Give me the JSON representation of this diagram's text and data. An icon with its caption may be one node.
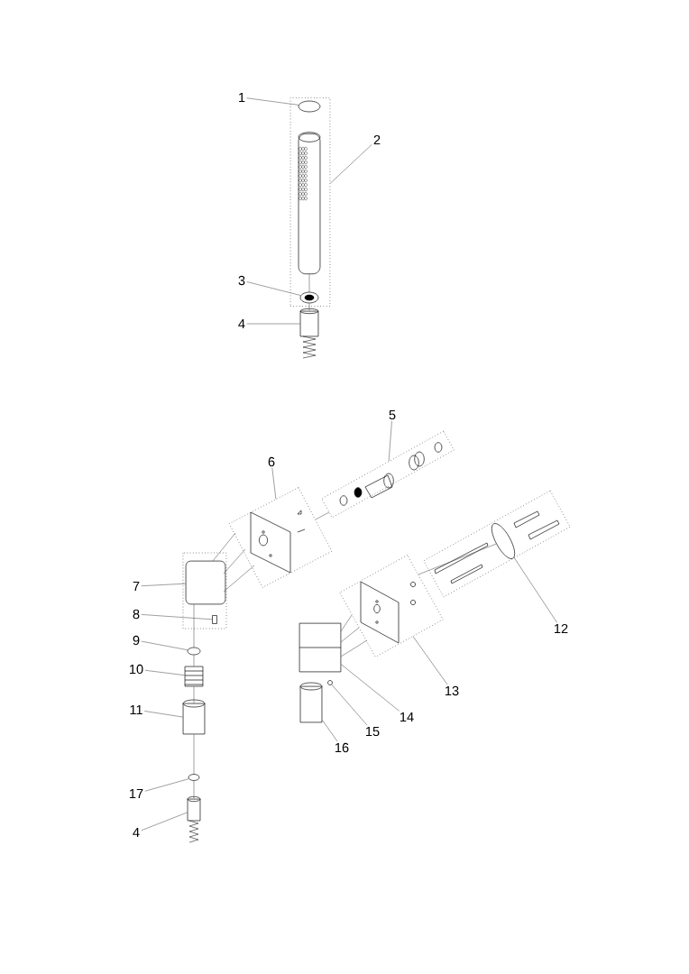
{
  "diagram": {
    "nodes": [
      {
        "text": [],
        "shape": "box"
      },
      {
        "text": [
          "1"
        ]
      },
      {
        "text": [],
        "shape": "circle",
        "in": 0
      },
      {
        "text": [
          "2"
        ]
      },
      {
        "text": [
          "3"
        ]
      },
      {
        "text": [],
        "shape": "picture",
        "in": 0
      },
      {
        "text": [
          "4"
        ]
      },
      {
        "text": [],
        "shape": "cylinder"
      },
      {
        "text": [
          "5"
        ]
      },
      {
        "text": [],
        "shape": "box"
      },
      {
        "text": [
          "6"
        ]
      },
      {
        "text": [],
        "shape": "box"
      },
      {
        "text": [
          "7"
        ]
      },
      {
        "text": [],
        "shape": "box"
      },
      {
        "text": [
          "8"
        ]
      },
      {
        "text": [],
        "shape": "box"
      },
      {
        "text": [
          "9"
        ]
      },
      {
        "text": [],
        "shape": "circle"
      },
      {
        "text": [
          "10"
        ]
      },
      {
        "text": [],
        "shape": "cylinder"
      },
      {
        "text": [
          "11"
        ]
      },
      {
        "text": [],
        "shape": "cylinder"
      },
      {
        "text": [
          "12"
        ]
      },
      {
        "text": [],
        "shape": "circle"
      },
      {
        "text": [
          "13"
        ]
      },
      {
        "text": [],
        "shape": "box"
      },
      {
        "text": [
          "14"
        ]
      },
      {
        "text": [],
        "shape": "box"
      },
      {
        "text": [
          "15"
        ]
      },
      {
        "text": [],
        "shape": "circle"
      },
      {
        "text": [
          "16"
        ]
      },
      {
        "text": [],
        "shape": "cylinder"
      },
      {
        "text": [
          "17"
        ]
      },
      {
        "text": [],
        "shape": "circle"
      },
      {
        "text": [
          "4"
        ]
      },
      {
        "text": [],
        "shape": "picture"
      },
      {
        "text": [],
        "shape": "picture",
        "in": 0
      }
    ],
    "edges": [
      {
        "from": 1,
        "to": 2,
        "arrow": "none"
      },
      {
        "from": 3,
        "to": 0,
        "arrow": "none"
      },
      {
        "from": 4,
        "to": 36,
        "arrow": "none"
      },
      {
        "from": 6,
        "to": 7,
        "arrow": "none"
      },
      {
        "from": 8,
        "to": 9,
        "arrow": "none"
      },
      {
        "from": 10,
        "to": 11,
        "arrow": "none"
      },
      {
        "from": 12,
        "to": 13,
        "arrow": "none"
      },
      {
        "from": 14,
        "to": 15,
        "arrow": "none"
      },
      {
        "from": 16,
        "to": 17,
        "arrow": "none"
      },
      {
        "from": 18,
        "to": 19,
        "arrow": "none"
      },
      {
        "from": 20,
        "to": 21,
        "arrow": "none"
      },
      {
        "from": 22,
        "to": 23,
        "arrow": "none"
      },
      {
        "from": 24,
        "to": 25,
        "arrow": "none"
      },
      {
        "from": 26,
        "to": 27,
        "arrow": "none"
      },
      {
        "from": 28,
        "to": 29,
        "arrow": "none"
      },
      {
        "from": 30,
        "to": 31,
        "arrow": "none"
      },
      {
        "from": 32,
        "to": 33,
        "arrow": "none"
      },
      {
        "from": 34,
        "to": 35,
        "arrow": "none"
      },
      {
        "from": 5,
        "to": 36,
        "arrow": "none"
      },
      {
        "from": 36,
        "to": 7,
        "arrow": "none"
      },
      {
        "from": 13,
        "to": 17,
        "arrow": "none"
      },
      {
        "from": 17,
        "to": 19,
        "arrow": "none"
      },
      {
        "from": 19,
        "to": 21,
        "arrow": "none"
      },
      {
        "from": 21,
        "to": 33,
        "arrow": "none"
      },
      {
        "from": 33,
        "to": 35,
        "arrow": "none"
      },
      {
        "from": 13,
        "to": 11,
        "arrow": "none"
      },
      {
        "from": 13,
        "to": 11,
        "arrow": "none"
      },
      {
        "from": 13,
        "to": 11,
        "arrow": "none"
      },
      {
        "from": 11,
        "to": 9,
        "arrow": "none"
      },
      {
        "from": 27,
        "to": 25,
        "arrow": "none"
      },
      {
        "from": 27,
        "to": 25,
        "arrow": "none"
      },
      {
        "from": 27,
        "to": 25,
        "arrow": "none"
      },
      {
        "from": 25,
        "to": 23,
        "arrow": "none"
      }
    ]
  }
}
